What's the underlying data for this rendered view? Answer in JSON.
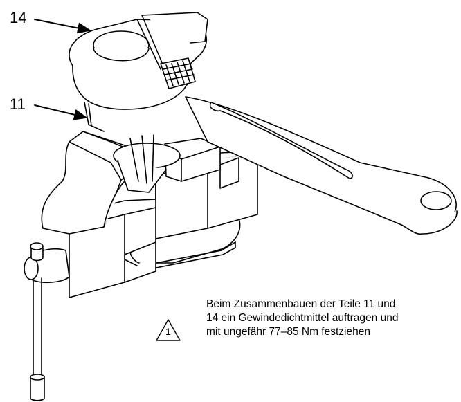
{
  "callouts": [
    {
      "label": "14"
    },
    {
      "label": "11"
    }
  ],
  "note": {
    "symbol": "warning-triangle-icon",
    "symbol_number": "1",
    "lines": [
      "Beim Zusammenbauen der Teile 11 und",
      "14 ein Gewindedichtmittel auftragen und",
      "mit ungefähr 77–85 Nm festziehen"
    ]
  },
  "colors": {
    "line": "#000000",
    "background": "#ffffff"
  }
}
